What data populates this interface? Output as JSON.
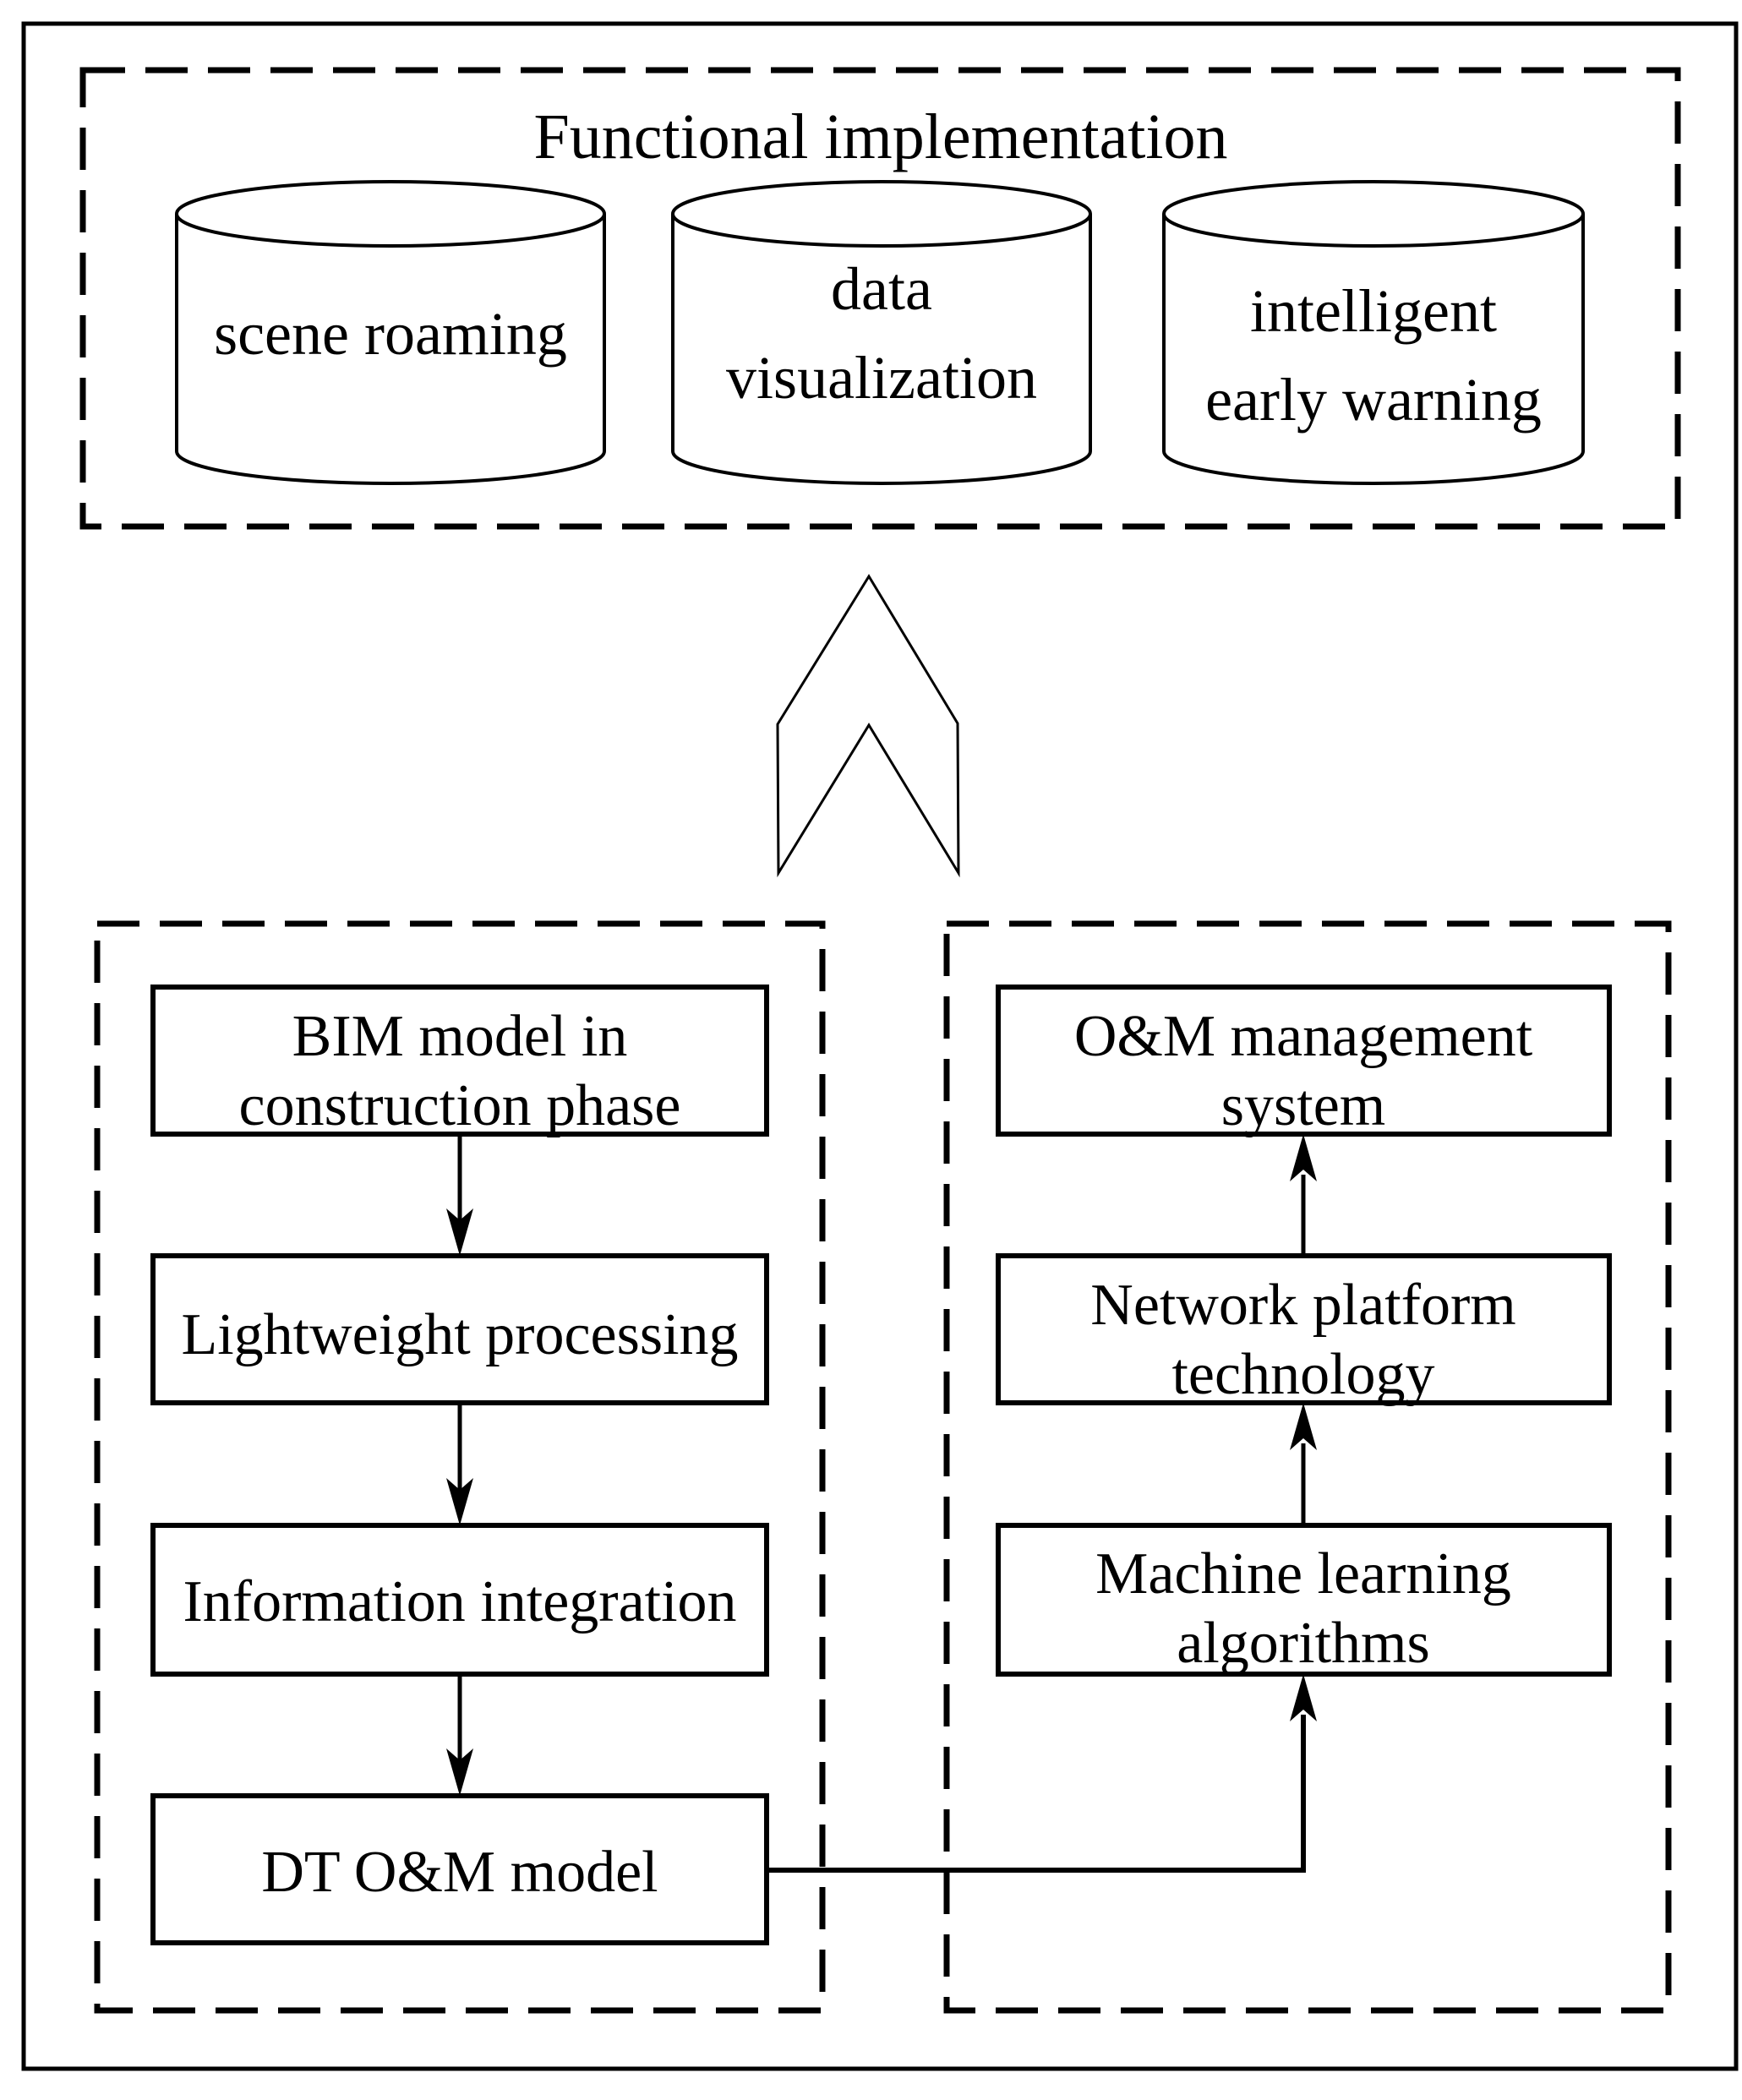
{
  "functional_implementation": {
    "title": "Functional implementation",
    "cylinders": [
      {
        "lines": [
          "scene roaming"
        ]
      },
      {
        "lines": [
          "data",
          "visualization"
        ]
      },
      {
        "lines": [
          "intelligent",
          "early warning"
        ]
      }
    ]
  },
  "left_flow": {
    "boxes": [
      {
        "lines": [
          "BIM model in",
          "construction phase"
        ]
      },
      {
        "lines": [
          "Lightweight processing"
        ]
      },
      {
        "lines": [
          "Information integration"
        ]
      },
      {
        "lines": [
          "DT O&M model"
        ]
      }
    ]
  },
  "right_flow": {
    "boxes": [
      {
        "lines": [
          "O&M management",
          "system"
        ]
      },
      {
        "lines": [
          "Network platform",
          "technology"
        ]
      },
      {
        "lines": [
          "Machine learning",
          "algorithms"
        ]
      }
    ]
  },
  "colors": {
    "line": "#000000",
    "background": "#ffffff"
  }
}
